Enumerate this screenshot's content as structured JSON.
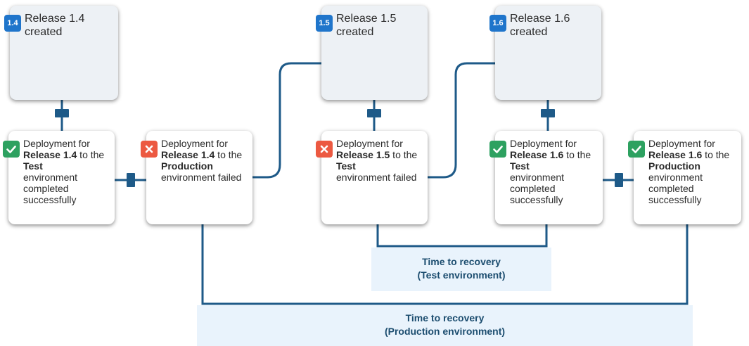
{
  "releases": [
    {
      "badge": "1.4",
      "line1": "Release 1.4",
      "line2": "created"
    },
    {
      "badge": "1.5",
      "line1": "Release 1.5",
      "line2": "created"
    },
    {
      "badge": "1.6",
      "line1": "Release 1.6",
      "line2": "created"
    }
  ],
  "deployments": [
    {
      "status": "success",
      "t1": "Deployment for",
      "release": "Release 1.4",
      "t2": " to the",
      "env": "Test",
      "t3": "environment completed successfully"
    },
    {
      "status": "failed",
      "t1": "Deployment for",
      "release": "Release 1.4",
      "t2": " to the",
      "env": "Production",
      "t3": "environment failed"
    },
    {
      "status": "failed",
      "t1": "Deployment for",
      "release": "Release 1.5",
      "t2": " to the",
      "env": "Test",
      "t3": "environment failed"
    },
    {
      "status": "success",
      "t1": "Deployment for",
      "release": "Release 1.6",
      "t2": " to the",
      "env": "Test",
      "t3": "environment completed successfully"
    },
    {
      "status": "success",
      "t1": "Deployment for",
      "release": "Release 1.6",
      "t2": " to the",
      "env": "Production",
      "t3": "environment completed successfully"
    }
  ],
  "recovery": {
    "test": {
      "line1": "Time to recovery",
      "line2": "(Test environment)"
    },
    "production": {
      "line1": "Time to recovery",
      "line2": "(Production environment)"
    }
  },
  "colors": {
    "connector": "#1e5a88",
    "badge": "#1f75cb",
    "success": "#2da160",
    "failed": "#ec5941",
    "recovery_bg": "#e9f3fc",
    "recovery_text": "#1c4d6f"
  }
}
